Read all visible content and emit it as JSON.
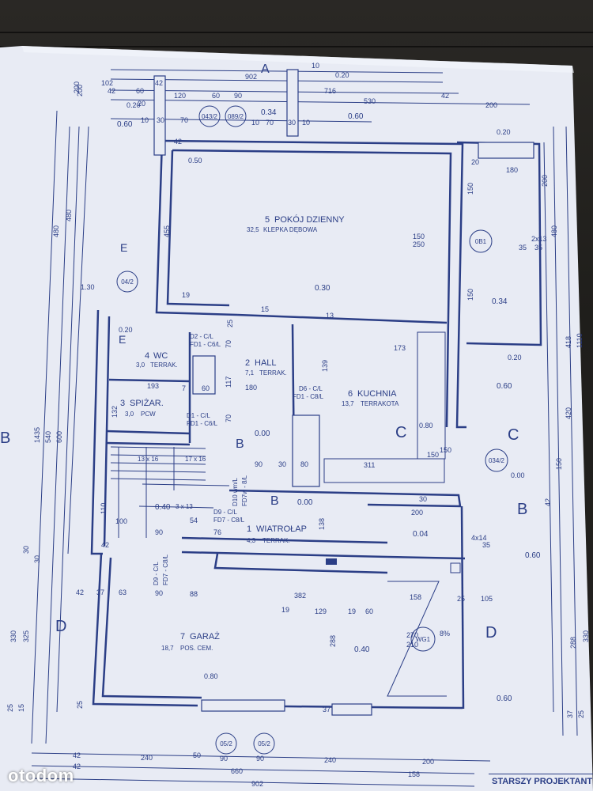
{
  "rooms": [
    {
      "id": "pokoj",
      "num": "5",
      "name": "POKÓJ DZIENNY",
      "area": "32,5",
      "floor": "KLEPKA DĘBOWA"
    },
    {
      "id": "hall",
      "num": "2",
      "name": "HALL",
      "area": "7,1",
      "floor": "TERRAK."
    },
    {
      "id": "wc",
      "num": "4",
      "name": "WC",
      "area": "3,0",
      "floor": "TERRAK."
    },
    {
      "id": "spizar",
      "num": "3",
      "name": "SPIŻAR.",
      "area": "3,0",
      "floor": "PCW"
    },
    {
      "id": "kuchnia",
      "num": "6",
      "name": "KUCHNIA",
      "area": "13,7",
      "floor": "TERRAKOTA"
    },
    {
      "id": "wiatrolap",
      "num": "1",
      "name": "WIATROŁAP",
      "area": "4,3",
      "floor": "TERRAK."
    },
    {
      "id": "garaz",
      "num": "7",
      "name": "GARAŻ",
      "area": "18,7",
      "floor": "POS. CEM."
    }
  ],
  "section_marks": [
    "A",
    "B",
    "B",
    "B",
    "B",
    "C",
    "C",
    "D",
    "D",
    "E",
    "E"
  ],
  "circle_tags": [
    "043/2",
    "089/2",
    "04/2",
    "0B1",
    "034/2",
    "WG1",
    "05/2",
    "05/2"
  ],
  "door_labels": [
    "D2 - C/L",
    "FD1 - C6/L",
    "D6 - C/L",
    "FD1 - C8/L",
    "D1 - C/L",
    "FD1 - C6/L",
    "D10 wm/L",
    "FD7w - 8/L",
    "D9 - C/L",
    "FD7 - C8/L",
    "D9 - C/L",
    "FD7 - C8/L"
  ],
  "levels": [
    "0.60",
    "0.34",
    "0.60",
    "0.20",
    "0.30",
    "0.34",
    "0.20",
    "0.60",
    "0.00",
    "0.00",
    "0.40",
    "0.04",
    "0.60",
    "0.40",
    "0.60",
    "0.00",
    "0.80",
    "0.20",
    "0.20",
    "1.30",
    "0.50",
    "0.80",
    "0.20"
  ],
  "dims_top": [
    "902",
    "102",
    "42",
    "716",
    "42",
    "60",
    "120",
    "60",
    "90",
    "530",
    "42",
    "200",
    "20",
    "10",
    "30",
    "70",
    "10",
    "70",
    "30",
    "10",
    "10",
    "200"
  ],
  "dims_left": [
    "1435",
    "540",
    "600",
    "480",
    "480",
    "200",
    "30",
    "30",
    "330",
    "325",
    "25",
    "15"
  ],
  "dims_right": [
    "1110",
    "418",
    "420",
    "288",
    "288",
    "330",
    "150",
    "150",
    "150",
    "200",
    "42",
    "35",
    "35",
    "480"
  ],
  "dims_bottom": [
    "42",
    "42",
    "240",
    "90",
    "240",
    "200",
    "660",
    "158",
    "902",
    "50",
    "90",
    "37",
    "25",
    "37",
    "25"
  ],
  "dims_garage_row": [
    "42",
    "37",
    "63",
    "90",
    "88",
    "382",
    "158",
    "25",
    "105",
    "19",
    "129",
    "19",
    "60"
  ],
  "dims_misc": [
    "455",
    "173",
    "193",
    "180",
    "311",
    "150",
    "150",
    "250",
    "200",
    "139",
    "117",
    "70",
    "70",
    "76",
    "54",
    "90",
    "100",
    "110",
    "42",
    "138",
    "30",
    "80",
    "30",
    "90",
    "270",
    "210",
    "8%",
    "4x14",
    "2x13",
    "35",
    "19",
    "25",
    "15",
    "13",
    "7",
    "60",
    "132",
    "150",
    "180",
    "20",
    "42"
  ],
  "stairs_text": [
    "13 x 16",
    "17 x 16",
    "3 x 13"
  ],
  "watermark": "otodom",
  "stamp": "STARSZY PROJEKTANT",
  "colors": {
    "ink": "#2b3e86",
    "paper": "#e9ecf5",
    "desk": "#1f1e1b"
  }
}
